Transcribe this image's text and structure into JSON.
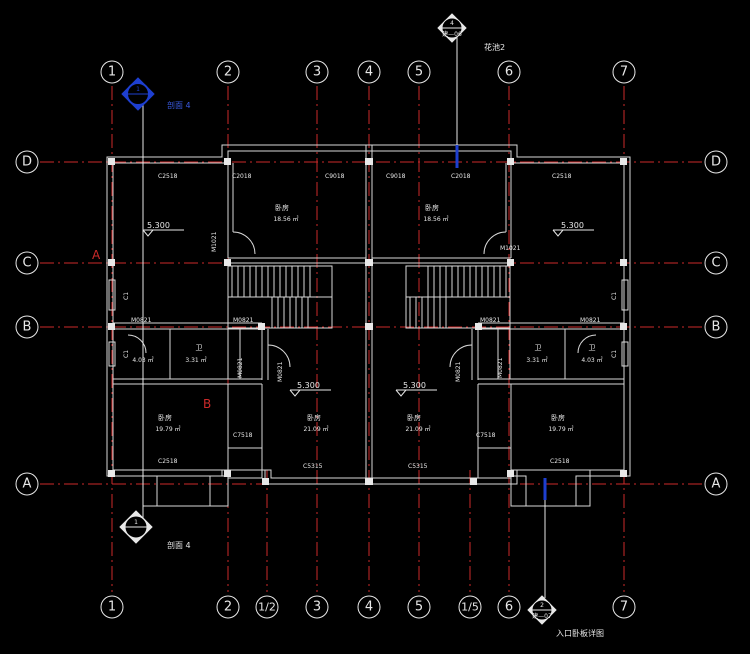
{
  "grid": {
    "columns": [
      "1",
      "2",
      "3",
      "4",
      "5",
      "6",
      "7"
    ],
    "extra_columns": [
      "1/2",
      "1/5"
    ],
    "rows": [
      "D",
      "C",
      "B",
      "A"
    ]
  },
  "colors": {
    "background": "#000000",
    "axis": "#cc2a2a",
    "walls": "#d8d8d8",
    "marker": "#1e3fd0",
    "text": "#e8e8e8"
  },
  "labels": {
    "garden": "花池2",
    "section_top": "剖面 4",
    "section_bottom": "剖面 4",
    "entrance_detail": "入口卧板详图",
    "cut_a": "A",
    "cut_b": "B",
    "marker_top_num": "4",
    "marker_top_sub": "建—06",
    "marker_bottom_num": "2",
    "marker_bottom_sub": "建—07",
    "marker_left_top": "1",
    "marker_left_bottom": "1"
  },
  "rooms": {
    "bedroom": "卧房",
    "bath": "卫",
    "area_1856": "18.56 ㎡",
    "area_1979": "19.79 ㎡",
    "area_2109": "21.09 ㎡",
    "area_331": "3.31 ㎡",
    "area_403": "4.03 ㎡"
  },
  "elevations": {
    "e1": "5.300",
    "e2": "5.300",
    "e3": "5.300",
    "e4": "5.300"
  },
  "codes": {
    "c2518": "C2518",
    "c2018": "C2018",
    "c9018": "C9018",
    "m0821": "M0821",
    "m1021": "M1021",
    "c1": "C1",
    "c7518": "C7518",
    "c5315": "C5315"
  }
}
